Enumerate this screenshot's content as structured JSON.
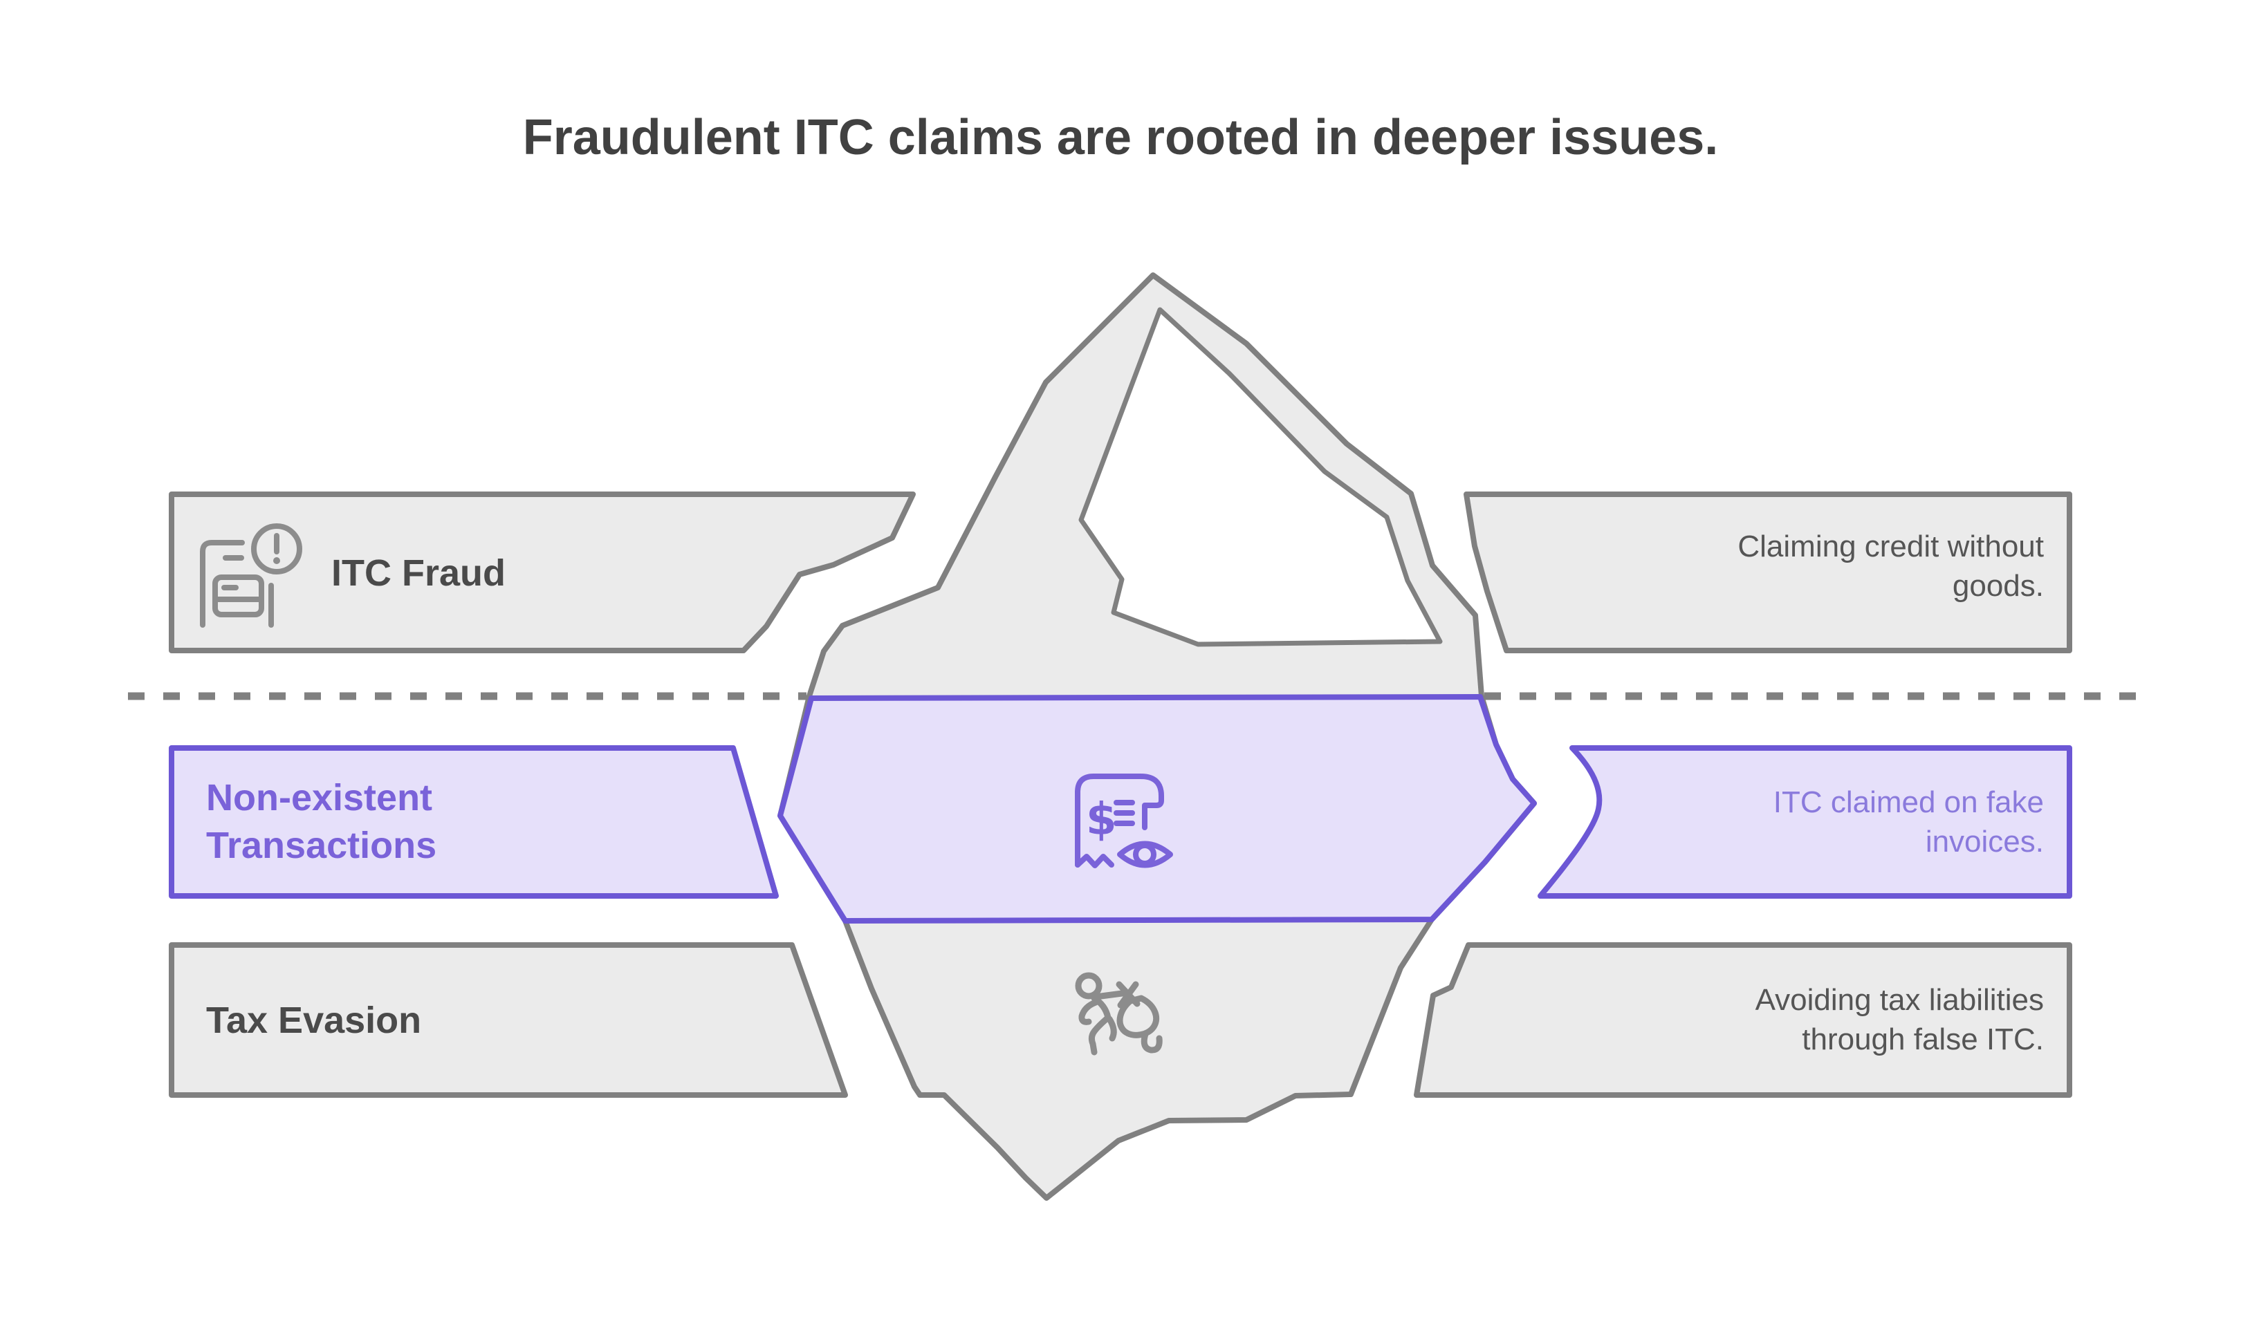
{
  "title": "Fraudulent ITC claims are rooted in deeper issues.",
  "diagram_type": "iceberg-infographic",
  "waterline": {
    "style": "dashed",
    "color": "#808080"
  },
  "rows": [
    {
      "label": "ITC Fraud",
      "description": "Claiming credit without\ngoods.",
      "icon": "invoice-alert-icon",
      "zone": "above-waterline",
      "accent": "#808080",
      "fill": "#EBEBEB"
    },
    {
      "label": "Non-existent\nTransactions",
      "description": "ITC claimed on fake\ninvoices.",
      "icon": "receipt-eye-icon",
      "zone": "below-waterline",
      "accent": "#6C57D5",
      "fill": "#E6E0FA"
    },
    {
      "label": "Tax Evasion",
      "description": "Avoiding tax liabilities\nthrough false ITC.",
      "icon": "runner-moneybag-icon",
      "zone": "below-waterline",
      "accent": "#808080",
      "fill": "#EBEBEB"
    }
  ],
  "colors": {
    "accent_purple": "#6C57D5",
    "purple_fill": "#E6E0FA",
    "purple_text": "#7A62D9",
    "purple_text_light": "#8A7ADC",
    "gray_fill": "#EBEBEB",
    "gray_border": "#808080",
    "icon_gray": "#8C8C8C",
    "text_dark": "#4A4A4A",
    "text_gray": "#555555",
    "title_color": "#414141",
    "background": "#FFFFFF"
  }
}
